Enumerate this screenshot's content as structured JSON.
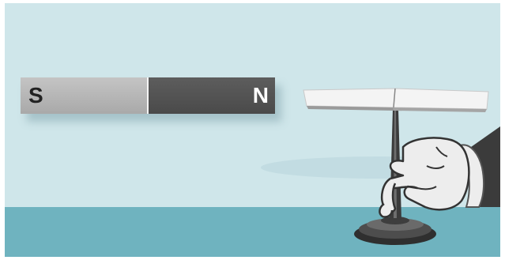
{
  "magnet": {
    "south_label": "S",
    "north_label": "N"
  },
  "colors": {
    "wall": "#cfe6ea",
    "table": "#6fb3bf",
    "south_pole": "#b3b3b3",
    "north_pole": "#555555",
    "compass_needle": "#f2f2f2",
    "stand": "#3a3a3a"
  },
  "icons": [
    "bar-magnet",
    "magnetic-needle-on-stand",
    "hand-icon"
  ]
}
